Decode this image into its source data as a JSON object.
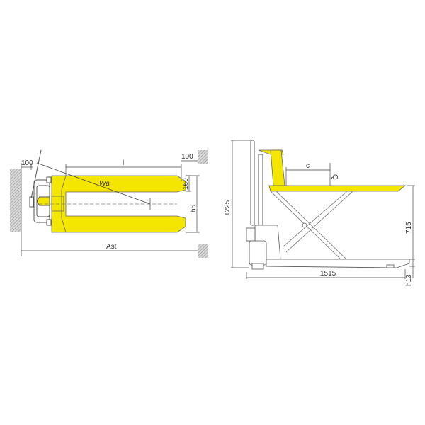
{
  "diagram": {
    "subject": "Scissor lift pallet truck dimensional drawing",
    "colors": {
      "fork_fill": "#f5e600",
      "line": "#555555",
      "wall_hatch": "#999999",
      "background": "#ffffff"
    },
    "top_view": {
      "labels": {
        "clearance_left": "100",
        "fork_length": "l",
        "clearance_right": "100",
        "fork_width": "160",
        "outer_width": "b5",
        "turning_radius": "Wa",
        "aisle_width": "Ast"
      }
    },
    "side_view": {
      "labels": {
        "handle_height": "1225",
        "load_center": "c",
        "load_height": "Q",
        "lift_height": "715",
        "overall_length": "1515",
        "lowered_height": "h13"
      }
    }
  }
}
